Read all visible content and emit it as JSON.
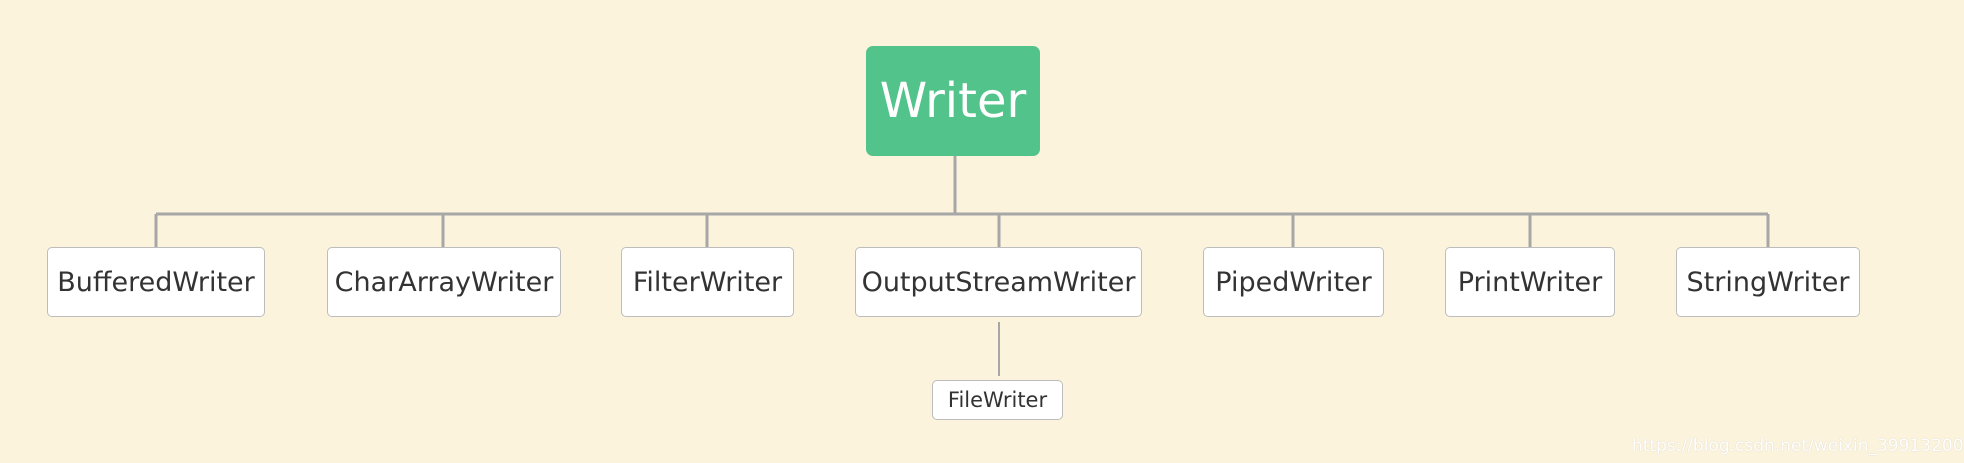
{
  "diagram": {
    "root": {
      "label": "Writer"
    },
    "children": [
      {
        "label": "BufferedWriter"
      },
      {
        "label": "CharArrayWriter"
      },
      {
        "label": "FilterWriter"
      },
      {
        "label": "OutputStreamWriter"
      },
      {
        "label": "PipedWriter"
      },
      {
        "label": "PrintWriter"
      },
      {
        "label": "StringWriter"
      }
    ],
    "grandchild": {
      "label": "FileWriter"
    }
  },
  "watermark": "https://blog.csdn.net/weixin_39913200"
}
